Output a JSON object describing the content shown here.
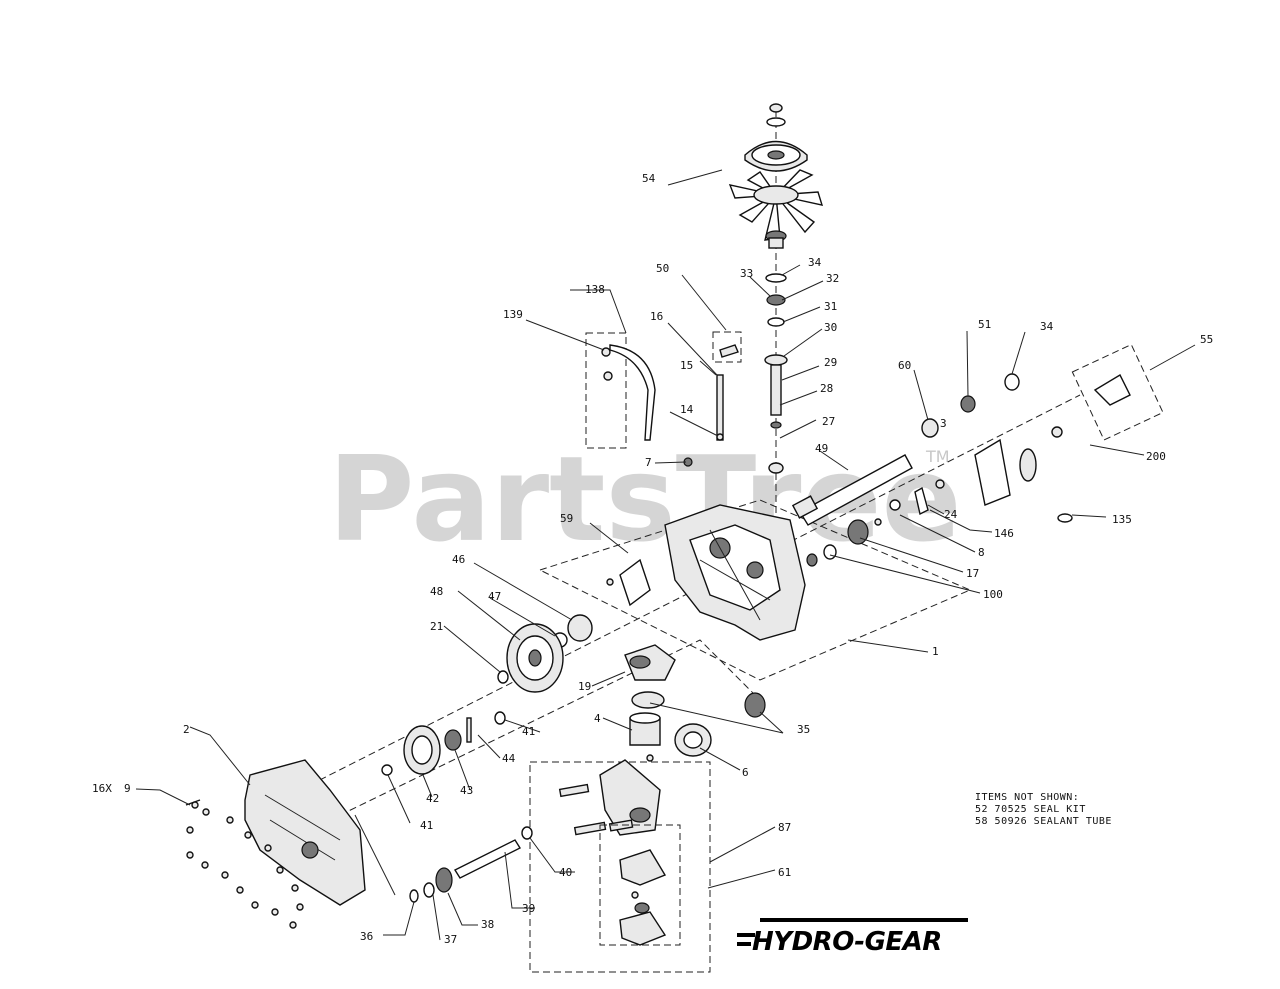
{
  "watermark": {
    "text": "PartsTree",
    "tm": "TM"
  },
  "brand": {
    "logo_text": "HYDRO-GEAR"
  },
  "notes": {
    "title": "ITEMS NOT SHOWN:",
    "line1": "52 70525 SEAL KIT",
    "line2": "58 50926 SEALANT TUBE"
  },
  "callouts": [
    {
      "id": "c54",
      "text": "54"
    },
    {
      "id": "c34a",
      "text": "34"
    },
    {
      "id": "c33",
      "text": "33"
    },
    {
      "id": "c32",
      "text": "32"
    },
    {
      "id": "c31",
      "text": "31"
    },
    {
      "id": "c30",
      "text": "30"
    },
    {
      "id": "c50",
      "text": "50"
    },
    {
      "id": "c29",
      "text": "29"
    },
    {
      "id": "c28",
      "text": "28"
    },
    {
      "id": "c27",
      "text": "27"
    },
    {
      "id": "c49",
      "text": "49"
    },
    {
      "id": "c138",
      "text": "138"
    },
    {
      "id": "c139",
      "text": "139"
    },
    {
      "id": "c16",
      "text": "16"
    },
    {
      "id": "c15",
      "text": "15"
    },
    {
      "id": "c14",
      "text": "14"
    },
    {
      "id": "c7",
      "text": "7"
    },
    {
      "id": "c60",
      "text": "60"
    },
    {
      "id": "c51",
      "text": "51"
    },
    {
      "id": "c34b",
      "text": "34"
    },
    {
      "id": "c3",
      "text": "3"
    },
    {
      "id": "c55",
      "text": "55"
    },
    {
      "id": "c200",
      "text": "200"
    },
    {
      "id": "c135",
      "text": "135"
    },
    {
      "id": "c24",
      "text": "24"
    },
    {
      "id": "c146",
      "text": "146"
    },
    {
      "id": "c8",
      "text": "8"
    },
    {
      "id": "c17",
      "text": "17"
    },
    {
      "id": "c100",
      "text": "100"
    },
    {
      "id": "c1",
      "text": "1"
    },
    {
      "id": "c59",
      "text": "59"
    },
    {
      "id": "c46",
      "text": "46"
    },
    {
      "id": "c47",
      "text": "47"
    },
    {
      "id": "c48",
      "text": "48"
    },
    {
      "id": "c21",
      "text": "21"
    },
    {
      "id": "c19",
      "text": "19"
    },
    {
      "id": "c35",
      "text": "35"
    },
    {
      "id": "c4",
      "text": "4"
    },
    {
      "id": "c6",
      "text": "6"
    },
    {
      "id": "c2",
      "text": "2"
    },
    {
      "id": "c44",
      "text": "44"
    },
    {
      "id": "c41a",
      "text": "41"
    },
    {
      "id": "c16x",
      "text": "16X"
    },
    {
      "id": "c9",
      "text": "9"
    },
    {
      "id": "c41b",
      "text": "41"
    },
    {
      "id": "c42",
      "text": "42"
    },
    {
      "id": "c43",
      "text": "43"
    },
    {
      "id": "c40",
      "text": "40"
    },
    {
      "id": "c87",
      "text": "87"
    },
    {
      "id": "c61",
      "text": "61"
    },
    {
      "id": "c36",
      "text": "36"
    },
    {
      "id": "c37",
      "text": "37"
    },
    {
      "id": "c38",
      "text": "38"
    },
    {
      "id": "c39",
      "text": "39"
    }
  ]
}
